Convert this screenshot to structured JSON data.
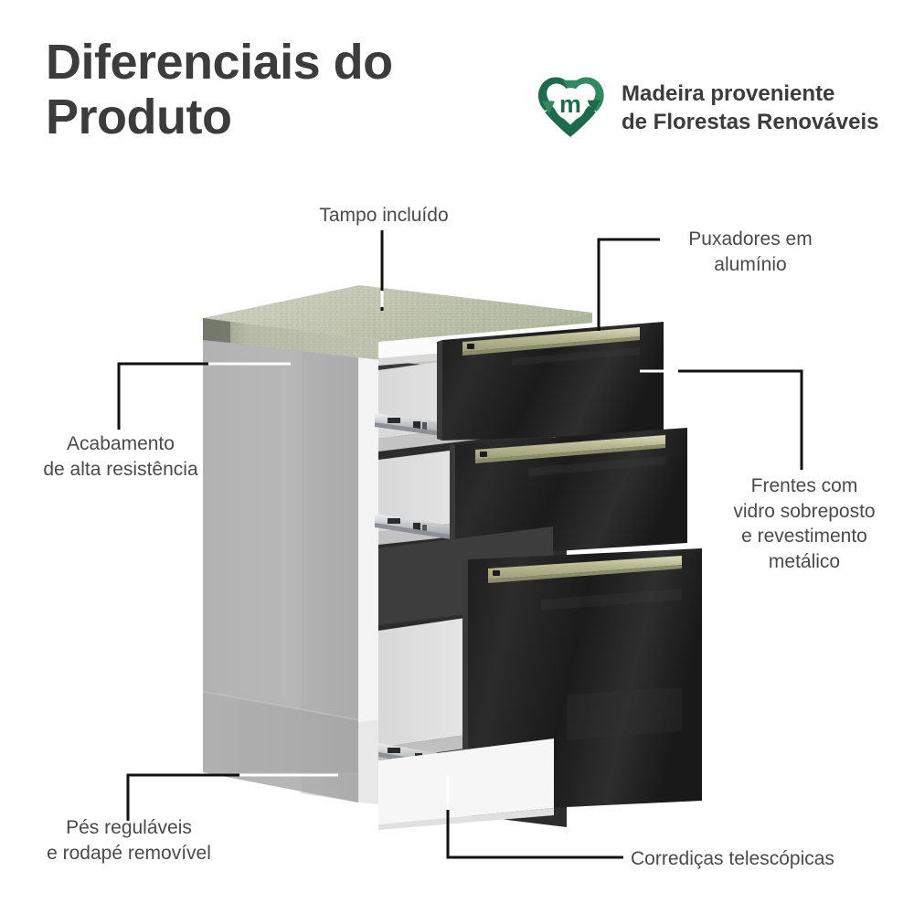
{
  "header": {
    "title": "Diferenciais do\nProduto",
    "eco_badge": {
      "icon": "recycling-heart-icon",
      "monogram": "m",
      "text": "Madeira proveniente\nde Florestas Renováveis",
      "color_dark": "#1d6b4c",
      "color_light": "#2f8a5f"
    }
  },
  "callouts": [
    {
      "id": "tampo",
      "name": "callout-tampo-incluido",
      "text": "Tampo incluído"
    },
    {
      "id": "puxadores",
      "name": "callout-puxadores",
      "text": "Puxadores em\nalumínio"
    },
    {
      "id": "acabamento",
      "name": "callout-acabamento",
      "text": "Acabamento\nde alta resistência"
    },
    {
      "id": "frentes",
      "name": "callout-frentes",
      "text": "Frentes com\nvidro sobreposto\ne revestimento\nmetálico"
    },
    {
      "id": "pes",
      "name": "callout-pes-reguláveis",
      "text": "Pés reguláveis\ne rodapé removível"
    },
    {
      "id": "corredicas",
      "name": "callout-corredicas",
      "text": "Corrediças telescópicas"
    }
  ],
  "product": {
    "name": "balcao-gaveteiro-3-gavetas",
    "countertop_color": "#b9bda9",
    "body_color": "#b4b4b4",
    "front_color": "#222222",
    "handle_color": "#b9ba92",
    "rail_color": "#c9cbcd",
    "drawers": 3
  },
  "colors": {
    "title": "#3c3c3c",
    "label": "#4a4a4a",
    "leader": "#111111",
    "leader_light": "#ffffff",
    "background": "#ffffff"
  }
}
